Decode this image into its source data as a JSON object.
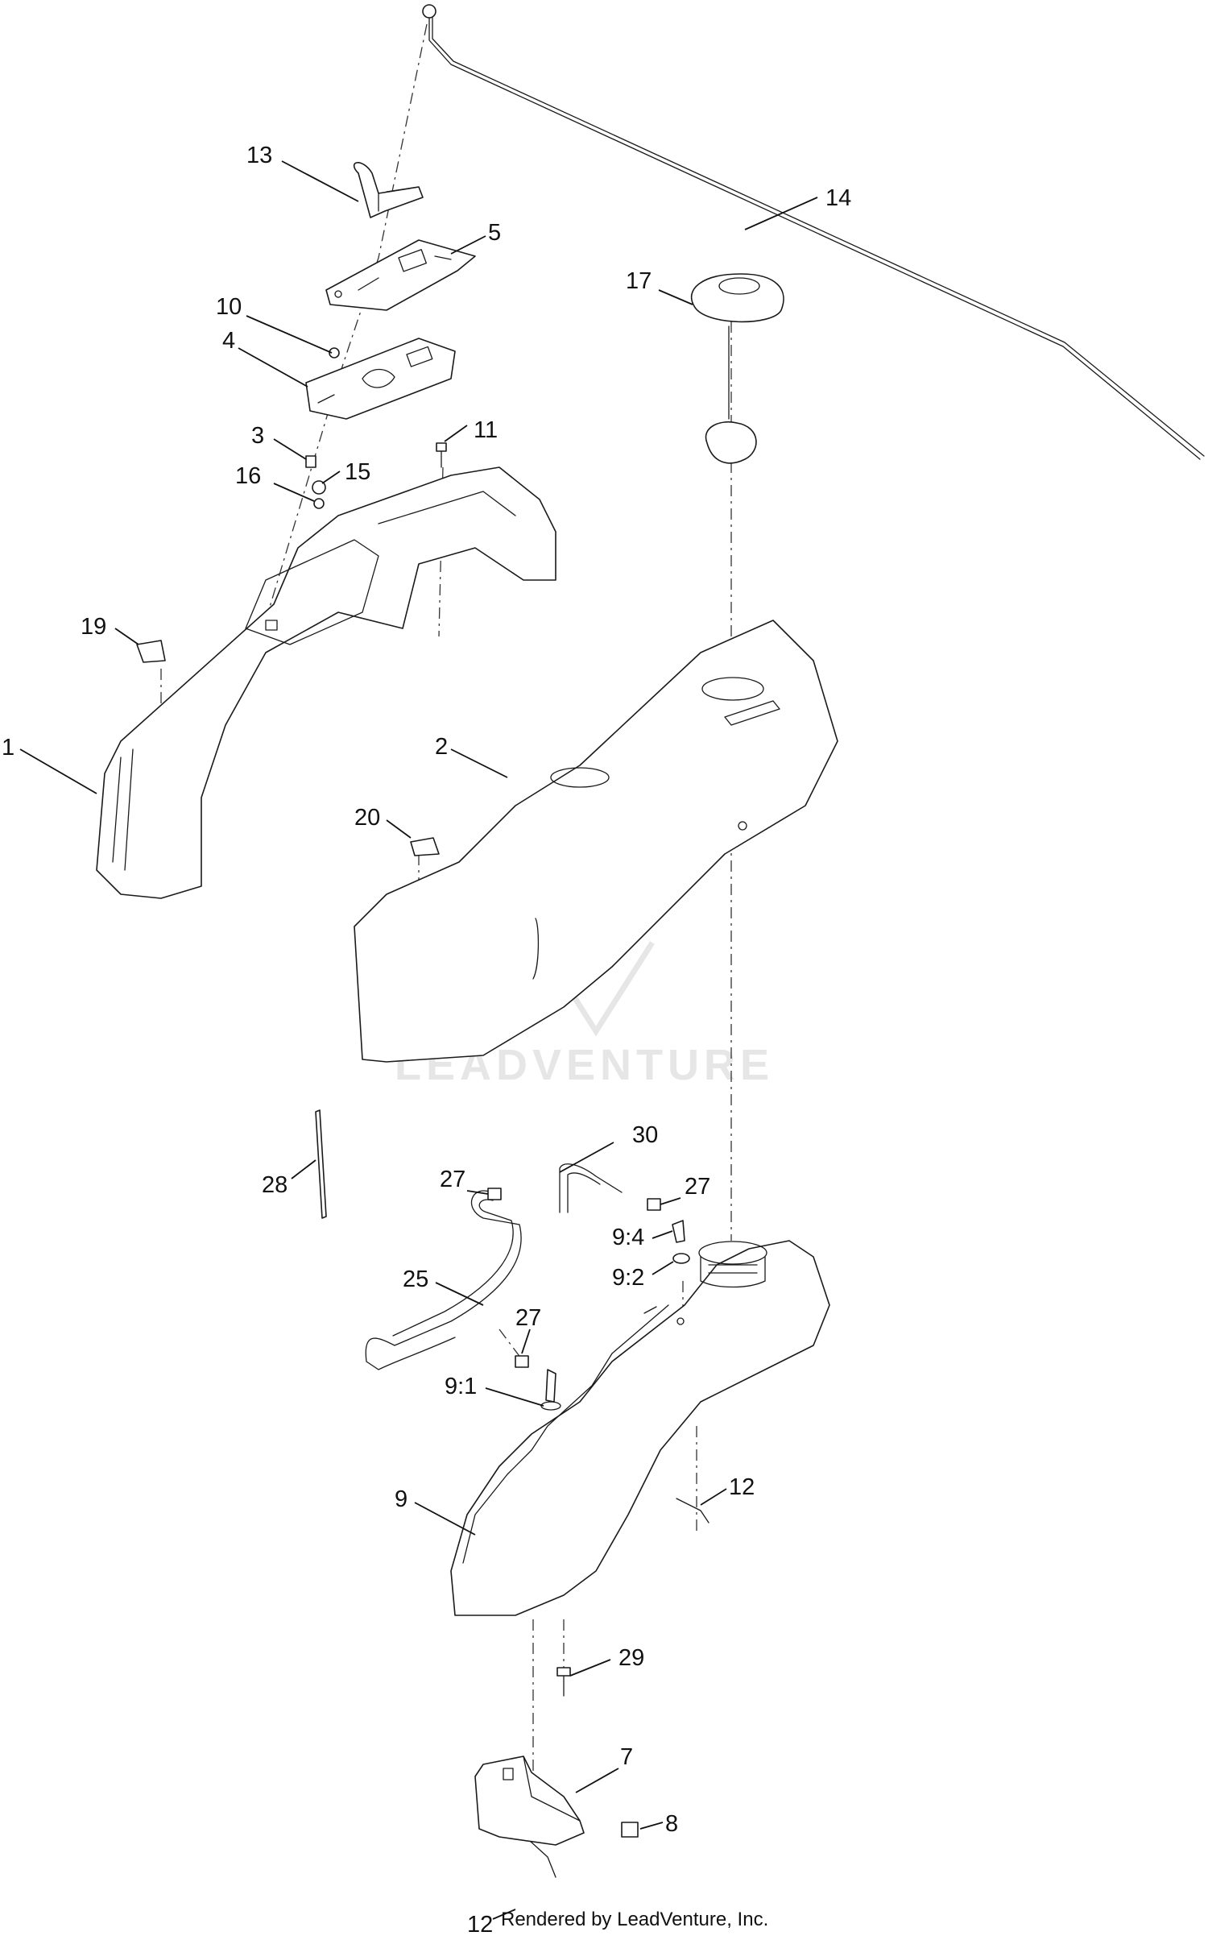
{
  "watermark": "LEADVENTURE",
  "credit": "Rendered by LeadVenture, Inc.",
  "callouts": {
    "c1": "1",
    "c2": "2",
    "c3": "3",
    "c4": "4",
    "c5": "5",
    "c7": "7",
    "c8": "8",
    "c9": "9",
    "c9_1": "9:1",
    "c9_2": "9:2",
    "c9_4": "9:4",
    "c10": "10",
    "c11": "11",
    "c12a": "12",
    "c12b": "12",
    "c13": "13",
    "c14": "14",
    "c15": "15",
    "c16": "16",
    "c17": "17",
    "c19": "19",
    "c20": "20",
    "c25": "25",
    "c27a": "27",
    "c27b": "27",
    "c27c": "27",
    "c28": "28",
    "c29": "29",
    "c30": "30"
  }
}
